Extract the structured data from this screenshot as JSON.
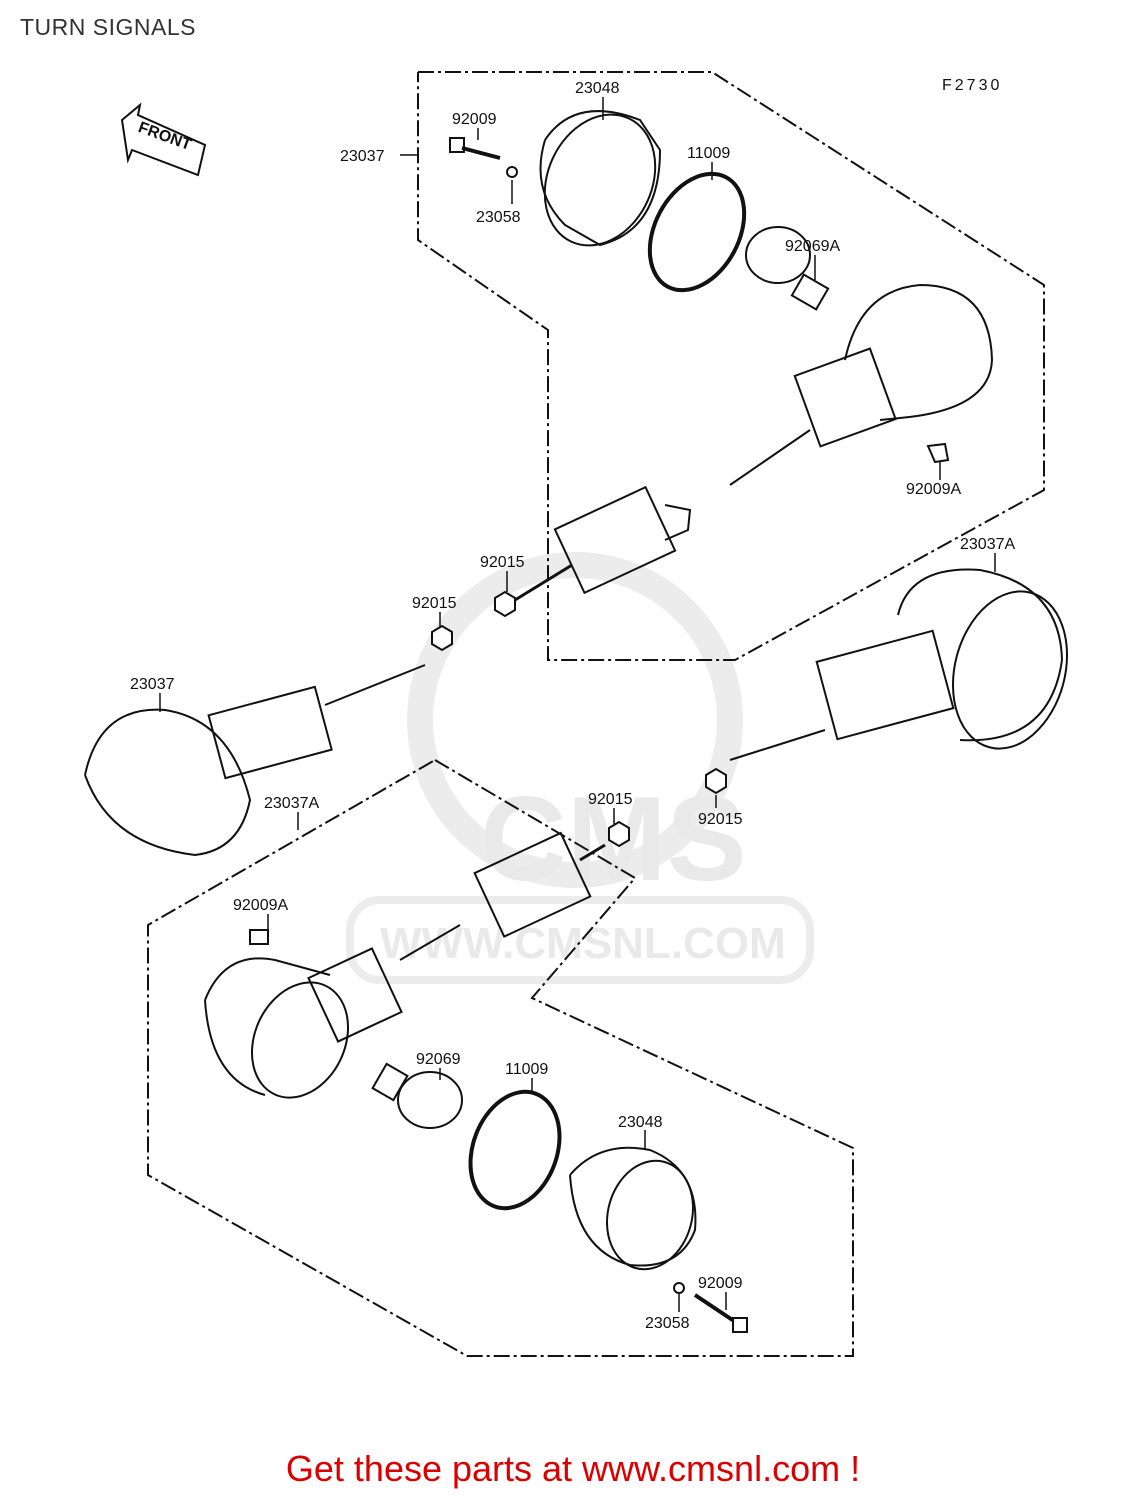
{
  "title": "TURN SIGNALS",
  "figure_code": "F2730",
  "front_arrow_label": "FRONT",
  "watermark": {
    "logo": "CMS",
    "url": "WWW.CMSNL.COM"
  },
  "parts": {
    "p23037_top": "23037",
    "p23048_top": "23048",
    "p92009_top": "92009",
    "p23058_top": "23058",
    "p11009_top": "11009",
    "p92069A": "92069A",
    "p92009A_top": "92009A",
    "p92015_a": "92015",
    "p92015_b": "92015",
    "p23037A_right": "23037A",
    "p23037_left": "23037",
    "p23037A_left": "23037A",
    "p92015_c": "92015",
    "p92015_d": "92015",
    "p92009A_bottom": "92009A",
    "p92069": "92069",
    "p11009_bottom": "11009",
    "p23048_bottom": "23048",
    "p92009_bottom": "92009",
    "p23058_bottom": "23058"
  },
  "footer_text": "Get these parts at www.cmsnl.com !"
}
